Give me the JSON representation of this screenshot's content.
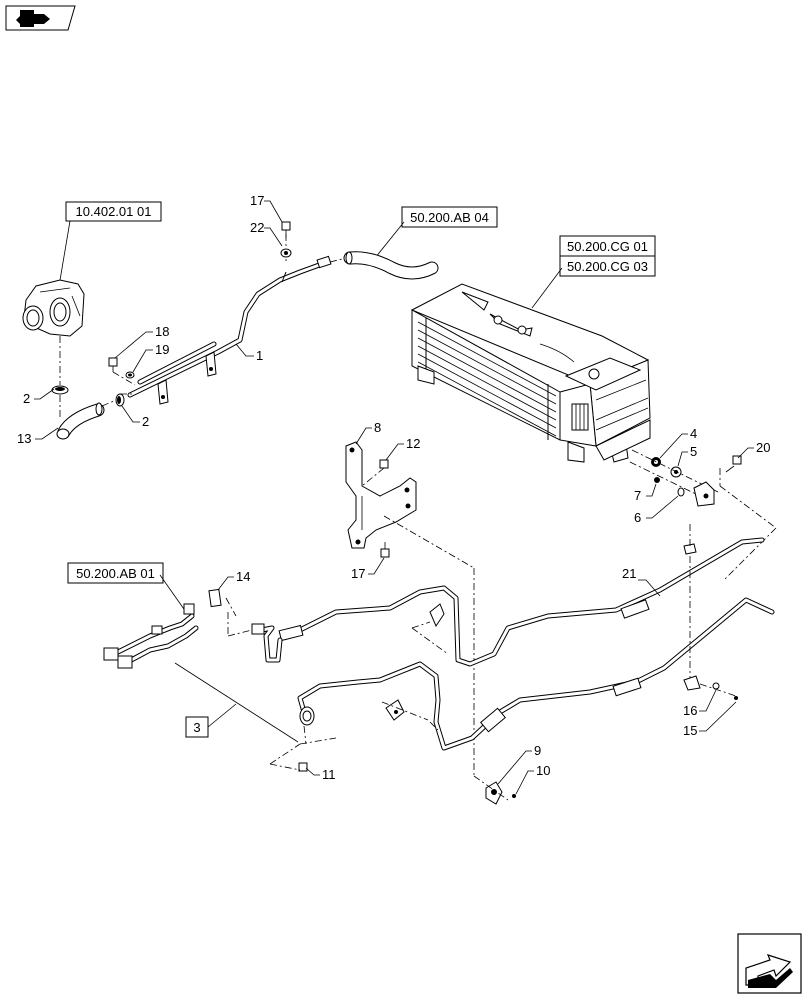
{
  "references": {
    "r1": "10.402.01 01",
    "r2": "50.200.AB 04",
    "r3": "50.200.CG 01",
    "r4": "50.200.CG 03",
    "r5": "50.200.AB 01",
    "r6": "3"
  },
  "callouts": {
    "c1": "1",
    "c2a": "2",
    "c2b": "2",
    "c4": "4",
    "c5": "5",
    "c6": "6",
    "c7": "7",
    "c8": "8",
    "c9": "9",
    "c10": "10",
    "c11": "11",
    "c12": "12",
    "c13": "13",
    "c14": "14",
    "c15": "15",
    "c16": "16",
    "c17a": "17",
    "c17b": "17",
    "c18": "18",
    "c19": "19",
    "c20": "20",
    "c21": "21",
    "c22": "22"
  },
  "icons": {
    "top_left": "parts-catalog-icon",
    "bottom_right": "next-page-arrow-icon"
  }
}
